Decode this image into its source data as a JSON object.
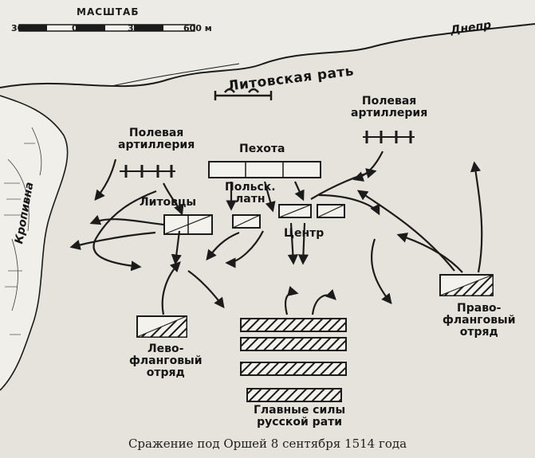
{
  "scale": {
    "title": "МАСШТАБ",
    "ticks": [
      "300",
      "0",
      "300",
      "600 м"
    ]
  },
  "rivers": {
    "dnepr": "Днепр",
    "kropivna": "Кропивна"
  },
  "labels": {
    "litovskaya_rat": "Литовская рать",
    "pole_art_left": "Полевая\nартиллерия",
    "pole_art_right": "Полевая\nартиллерия",
    "pehota": "Пехота",
    "litovtsy": "Литовцы",
    "polsk_latn": "Польск.\nлатн",
    "center": "Центр",
    "levo_flank": "Лево-\nфланговый\nотряд",
    "pravo_flank": "Право-\nфланговый\nотряд",
    "main_forces": "Главные силы\nрусской рати"
  },
  "caption": "Сражение под Оршей 8 сентября 1514 года",
  "colors": {
    "ink": "#1b1b1b",
    "paper": "#e6e3dc",
    "water": "#f1efea"
  }
}
